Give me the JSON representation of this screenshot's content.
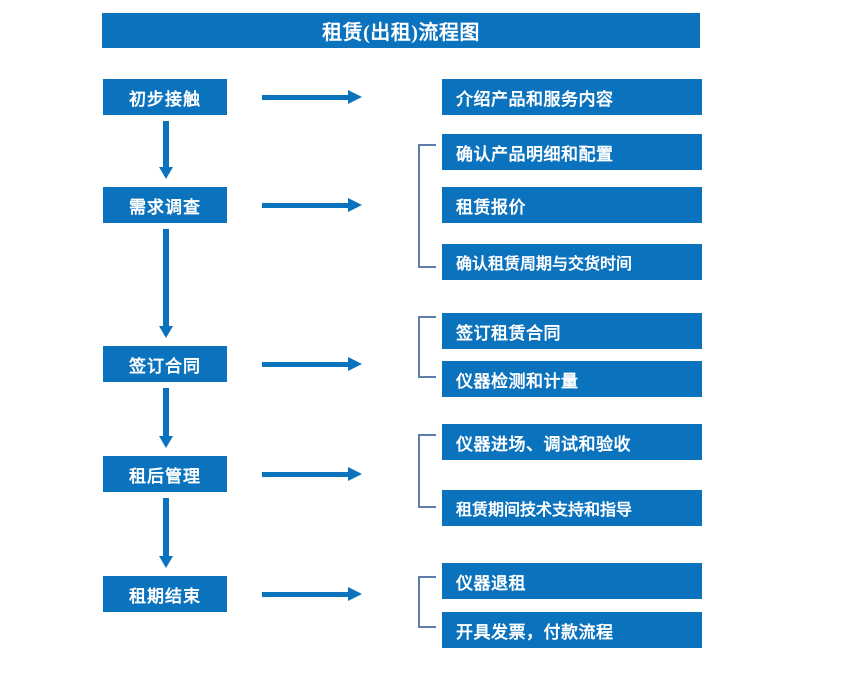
{
  "document": {
    "title": "租赁(出租)流程图",
    "accent_color": "#0B72BE",
    "bracket_color": "#5B7FA8",
    "text_color": "#FFFFFF",
    "background_color": "#FFFFFF"
  },
  "flow": {
    "stages": [
      {
        "id": "stage-1",
        "label": "初步接触"
      },
      {
        "id": "stage-2",
        "label": "需求调查"
      },
      {
        "id": "stage-3",
        "label": "签订合同"
      },
      {
        "id": "stage-4",
        "label": "租后管理"
      },
      {
        "id": "stage-5",
        "label": "租期结束"
      }
    ],
    "details": [
      {
        "id": "detail-1",
        "label": "介绍产品和服务内容"
      },
      {
        "id": "detail-2",
        "label": "确认产品明细和配置"
      },
      {
        "id": "detail-3",
        "label": "租赁报价"
      },
      {
        "id": "detail-4",
        "label": "确认租赁周期与交货时间"
      },
      {
        "id": "detail-5",
        "label": "签订租赁合同"
      },
      {
        "id": "detail-6",
        "label": "仪器检测和计量"
      },
      {
        "id": "detail-7",
        "label": "仪器进场、调试和验收"
      },
      {
        "id": "detail-8",
        "label": "租赁期间技术支持和指导"
      },
      {
        "id": "detail-9",
        "label": "仪器退租"
      },
      {
        "id": "detail-10",
        "label": "开具发票，付款流程"
      }
    ],
    "connectors": {
      "horizontal_arrow_icon": "arrow-right-icon",
      "vertical_arrow_icon": "arrow-down-icon",
      "bracket_icon": "group-bracket-icon"
    },
    "groups": [
      {
        "id": "group-1",
        "stage": "需求调查",
        "details": [
          "确认产品明细和配置",
          "租赁报价",
          "确认租赁周期与交货时间"
        ]
      },
      {
        "id": "group-2",
        "stage": "签订合同",
        "details": [
          "签订租赁合同",
          "仪器检测和计量"
        ]
      },
      {
        "id": "group-3",
        "stage": "租后管理",
        "details": [
          "仪器进场、调试和验收",
          "租赁期间技术支持和指导"
        ]
      },
      {
        "id": "group-4",
        "stage": "租期结束",
        "details": [
          "仪器退租",
          "开具发票，付款流程"
        ]
      }
    ]
  }
}
